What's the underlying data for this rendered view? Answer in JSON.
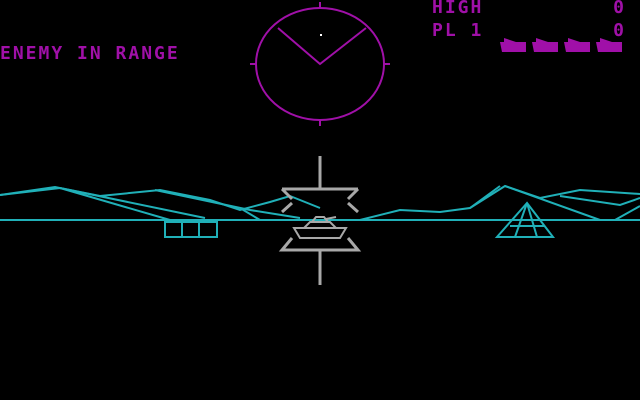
{
  "colors": {
    "hud": "#a010a8",
    "terrain": "#20b0b8",
    "crosshair": "#a8a8a8",
    "background": "#000000"
  },
  "hud": {
    "status_message": "ENEMY IN RANGE",
    "high_label": "HIGH",
    "high_score": "0",
    "player_label": "PL 1",
    "player_score": "0",
    "lives_remaining": 4,
    "lives_icon": "tank-silhouette-icon"
  },
  "radar": {
    "icon": "radar-scope-icon",
    "enemy_blip_visible": true
  },
  "reticle": {
    "icon": "gunsight-crosshair-icon"
  },
  "scene": {
    "terrain_icon": "wireframe-mountains-icon",
    "enemy_tank_icon": "enemy-tank-icon",
    "obstacle_icons": [
      "cube-obstacle-icon",
      "pyramid-obstacle-icon"
    ]
  }
}
